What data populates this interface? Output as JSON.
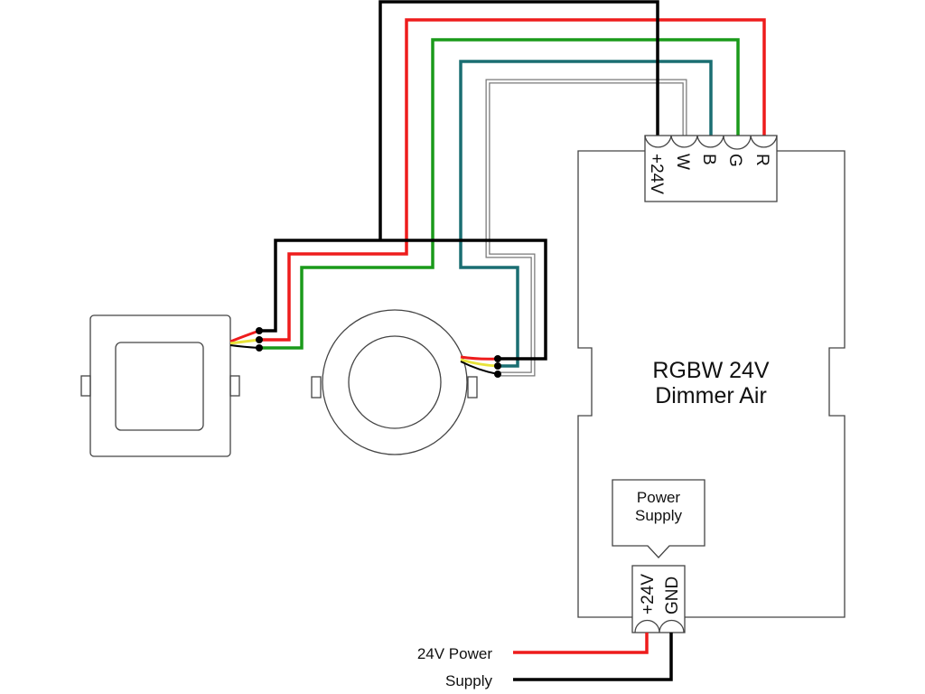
{
  "controller": {
    "title_line1": "RGBW 24V",
    "title_line2": "Dimmer Air",
    "output_terminals": [
      "+24V",
      "W",
      "B",
      "G",
      "R"
    ],
    "power_terminals": [
      "+24V",
      "GND"
    ],
    "power_callout_line1": "Power",
    "power_callout_line2": "Supply"
  },
  "power_supply_label": {
    "line1": "24V Power",
    "line2": "Supply"
  },
  "wire_colors": {
    "plus24v": "#000000",
    "white": "#888888",
    "blue": "#1a6e72",
    "green": "#1a9a1a",
    "red": "#ee1c1c",
    "yellow": "#e8e23a"
  }
}
